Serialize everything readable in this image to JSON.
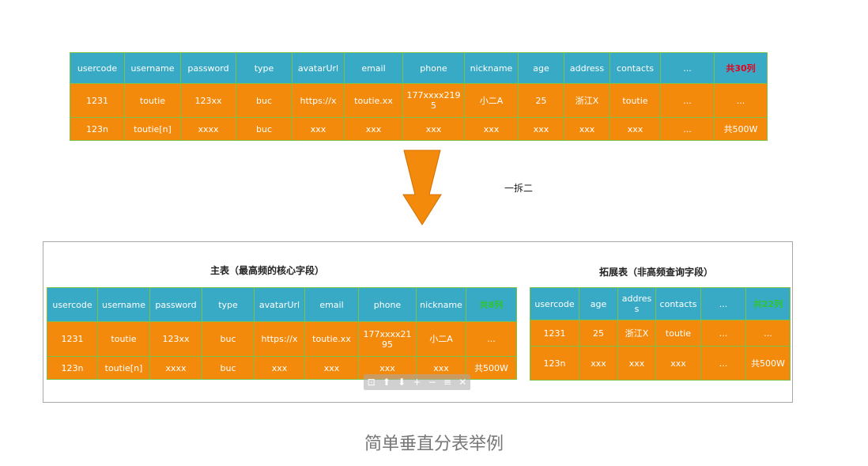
{
  "top_table": {
    "header": [
      "usercode",
      "username",
      "password",
      "type",
      "avatarUrl",
      "email",
      "phone",
      "nickname",
      "age",
      "address",
      "contacts",
      "...",
      "共30列"
    ],
    "rows": [
      [
        "1231",
        "toutie",
        "123xx",
        "buc",
        "https://x",
        "toutie.xx",
        "177xxxx2195",
        "小二A",
        "25",
        "浙江X",
        "toutie",
        "...",
        "..."
      ],
      [
        "123n",
        "toutie[n]",
        "xxxx",
        "buc",
        "xxx",
        "xxx",
        "xxx",
        "xxx",
        "xxx",
        "xxx",
        "xxx",
        "...",
        "共500W"
      ]
    ]
  },
  "split_label": "一拆二",
  "main_table": {
    "title": "主表（最高频的核心字段）",
    "header": [
      "usercode",
      "username",
      "password",
      "type",
      "avatarUrl",
      "email",
      "phone",
      "nickname",
      "共8列"
    ],
    "rows": [
      [
        "1231",
        "toutie",
        "123xx",
        "buc",
        "https://x",
        "toutie.xx",
        "177xxxx2195",
        "小二A",
        "..."
      ],
      [
        "123n",
        "toutie[n]",
        "xxxx",
        "buc",
        "xxx",
        "xxx",
        "xxx",
        "xxx",
        "共500W"
      ]
    ]
  },
  "ext_table": {
    "title": "拓展表（非高频查询字段）",
    "header": [
      "usercode",
      "age",
      "address",
      "contacts",
      "...",
      "共22列"
    ],
    "rows": [
      [
        "1231",
        "25",
        "浙江X",
        "toutie",
        "...",
        "..."
      ],
      [
        "123n",
        "xxx",
        "xxx",
        "xxx",
        "...",
        "共500W"
      ]
    ]
  },
  "toolbar": {
    "icons": [
      "image-icon",
      "arrow-up-icon",
      "arrow-down-icon",
      "plus-icon",
      "minus-icon",
      "menu-icon",
      "close-icon"
    ],
    "glyphs": [
      "⊡",
      "⬆",
      "⬇",
      "+",
      "−",
      "≡",
      "✕"
    ]
  },
  "caption": "简单垂直分表举例",
  "colors": {
    "header": "#38aac6",
    "body": "#f48a0c",
    "border": "#7cc14a",
    "arrow": "#f48a0c",
    "red_note": "#e8001c",
    "green_note": "#2fc52f"
  }
}
